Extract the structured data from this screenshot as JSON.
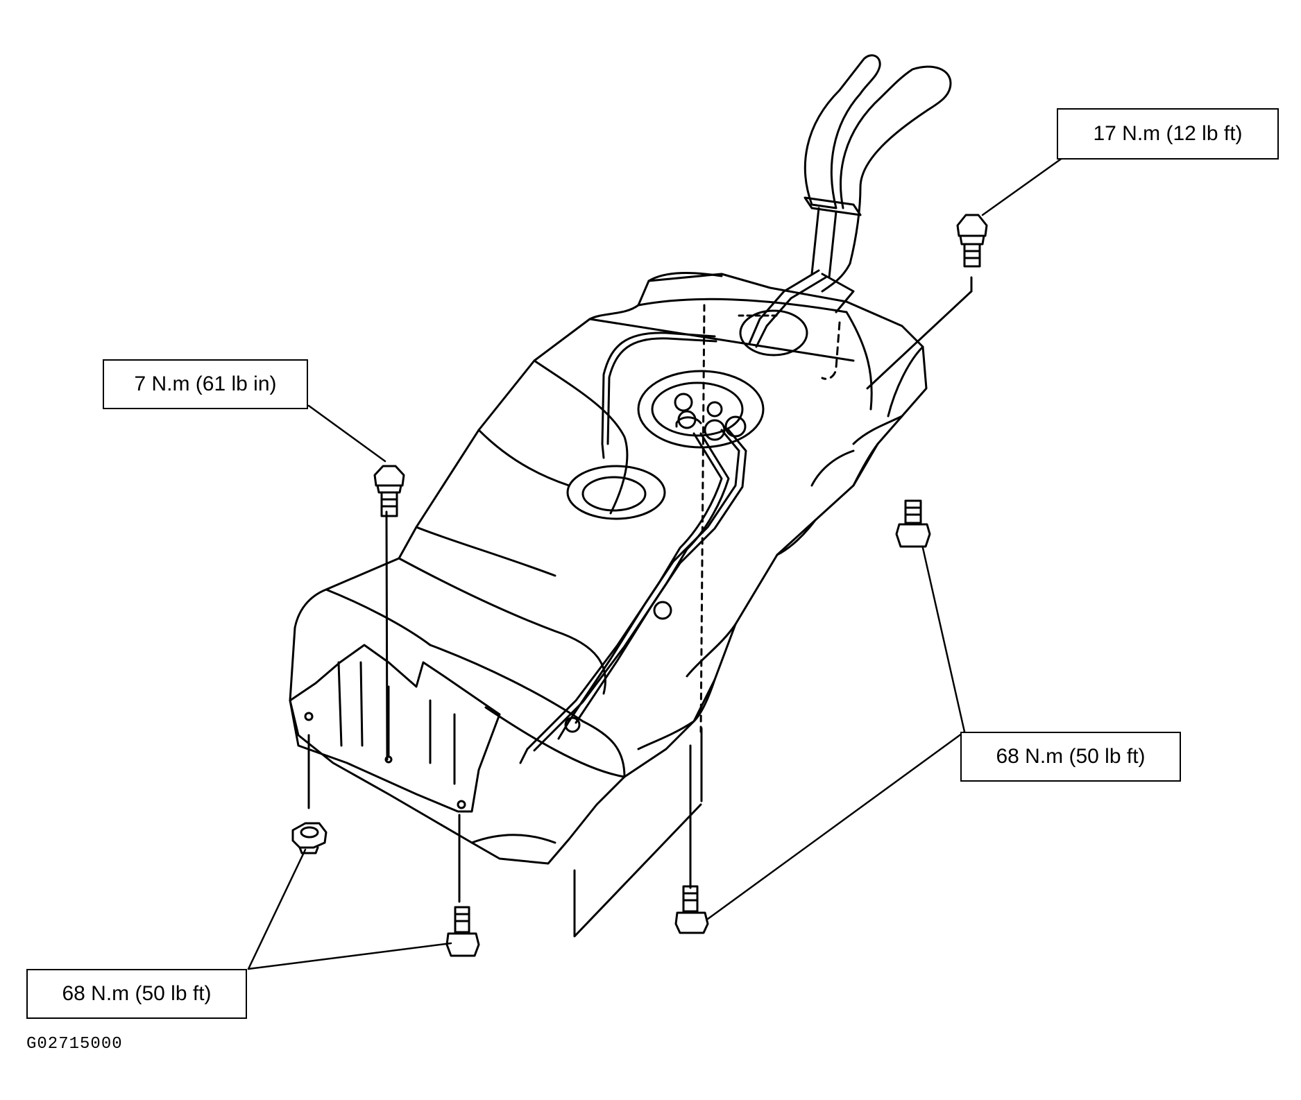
{
  "figure_id": "G02715000",
  "colors": {
    "line": "#000000",
    "background": "#ffffff"
  },
  "callouts": {
    "top_right": "17 N.m (12 lb ft)",
    "left": "7 N.m (61 lb in)",
    "right": "68 N.m (50 lb ft)",
    "bottom_left": "68 N.m (50 lb ft)"
  },
  "parts": {
    "tank": "fuel-tank",
    "filler_pipe": "fuel-filler-pipe",
    "fuel_lines": "fuel-lines",
    "skid_plate": "skid-plate",
    "fasteners": [
      "bolt",
      "bolt",
      "bolt",
      "bolt",
      "nut",
      "bolt"
    ]
  }
}
